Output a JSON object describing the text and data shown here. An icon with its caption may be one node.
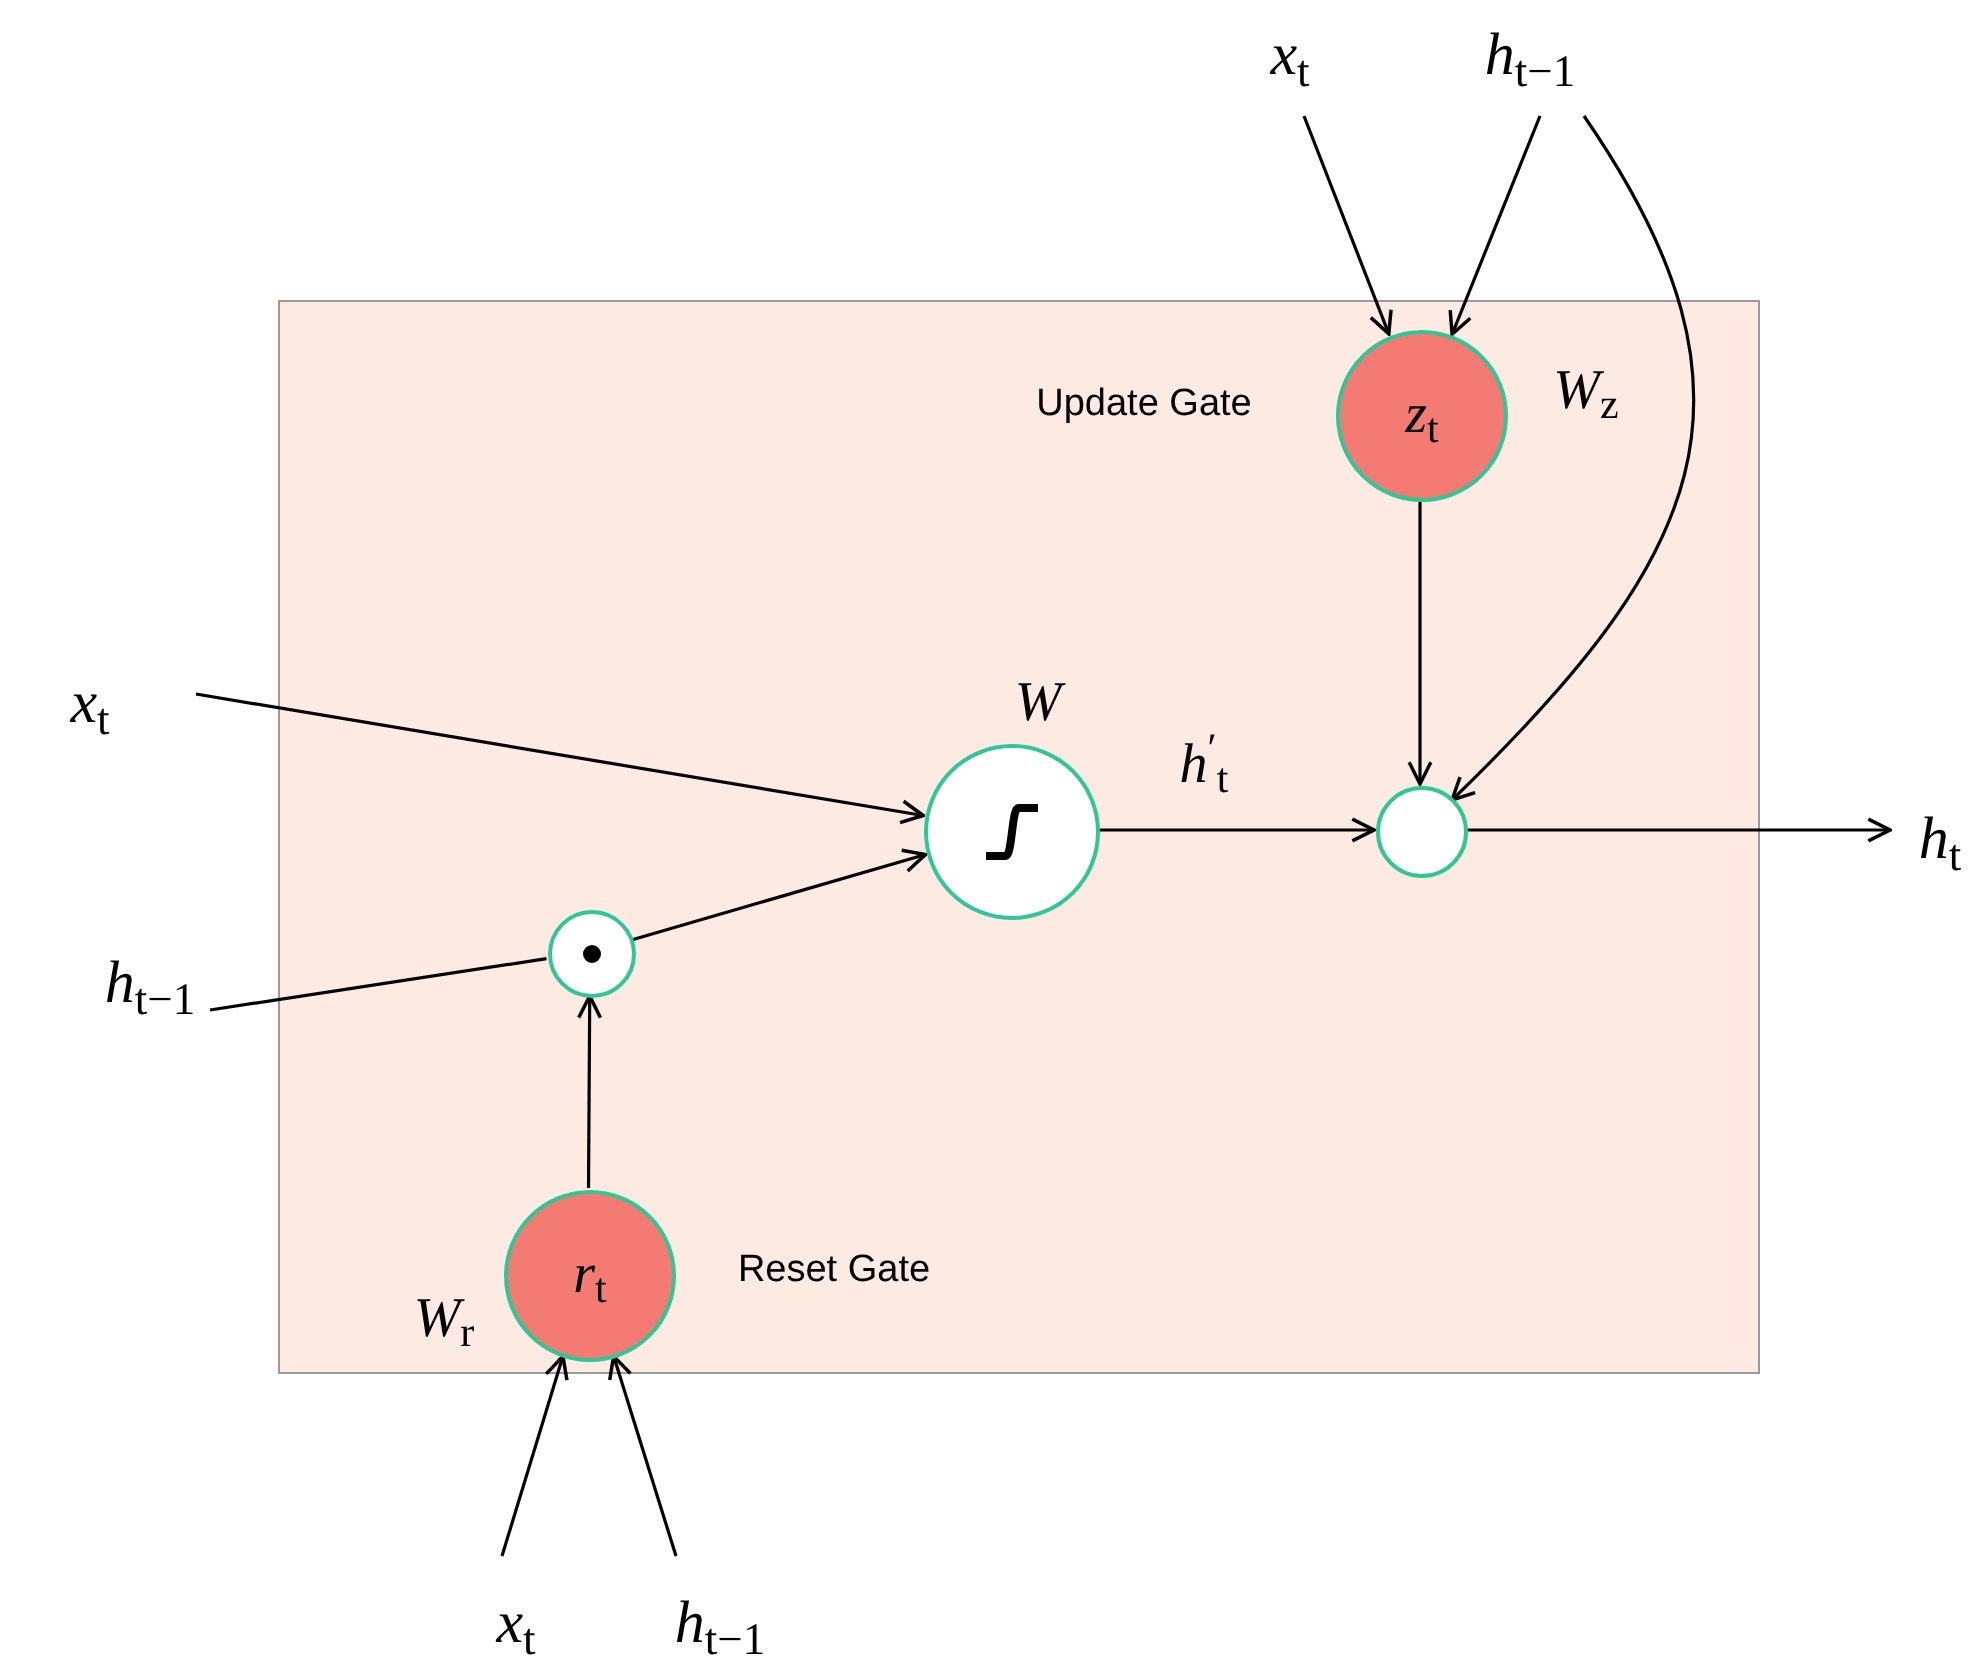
{
  "diagram": {
    "nodes": [
      {
        "text": [],
        "shape": "box"
      },
      {
        "text": [
          "*z*$_{t}$"
        ],
        "in": 0,
        "beside": [
          "Update Gate",
          "*W*$_{z}$"
        ]
      },
      {
        "text": [],
        "shape": "circle",
        "in": 0,
        "beside": [
          "*W*"
        ]
      },
      {
        "text": [],
        "shape": "circle",
        "in": 0
      },
      {
        "text": [],
        "shape": "circle",
        "in": 0
      },
      {
        "text": [
          "*r*$_{t}$"
        ],
        "in": 0,
        "beside": [
          "Reset Gate",
          "*W*$_{r}$"
        ]
      },
      {
        "text": [
          "*x*$_{t}$"
        ]
      },
      {
        "text": [
          "*h*$_{t−1}$"
        ]
      },
      {
        "text": [
          "*x*$_{t}$"
        ]
      },
      {
        "text": [
          "*h*$_{t−1}$"
        ]
      },
      {
        "text": [
          "*h*$_{t}$"
        ]
      },
      {
        "text": [
          "*x*$_{t}$"
        ]
      },
      {
        "text": [
          "*h*$_{t−1}$"
        ]
      }
    ],
    "edges": [
      {
        "from": 6,
        "to": 1,
        "arrow": "to"
      },
      {
        "from": 7,
        "to": 1,
        "arrow": "to"
      },
      {
        "from": 7,
        "to": 4,
        "arrow": "to"
      },
      {
        "from": 1,
        "to": 4,
        "arrow": "to"
      },
      {
        "from": 8,
        "to": 2,
        "arrow": "to"
      },
      {
        "from": 9,
        "to": 3,
        "arrow": "none"
      },
      {
        "from": 3,
        "to": 2,
        "arrow": "to"
      },
      {
        "from": 2,
        "to": 4,
        "arrow": "to",
        "label": "*h*$^{′}$$_{t}$"
      },
      {
        "from": 4,
        "to": 10,
        "arrow": "to"
      },
      {
        "from": 5,
        "to": 3,
        "arrow": "to"
      },
      {
        "from": 11,
        "to": 5,
        "arrow": "to"
      },
      {
        "from": 12,
        "to": 5,
        "arrow": "to"
      }
    ]
  }
}
